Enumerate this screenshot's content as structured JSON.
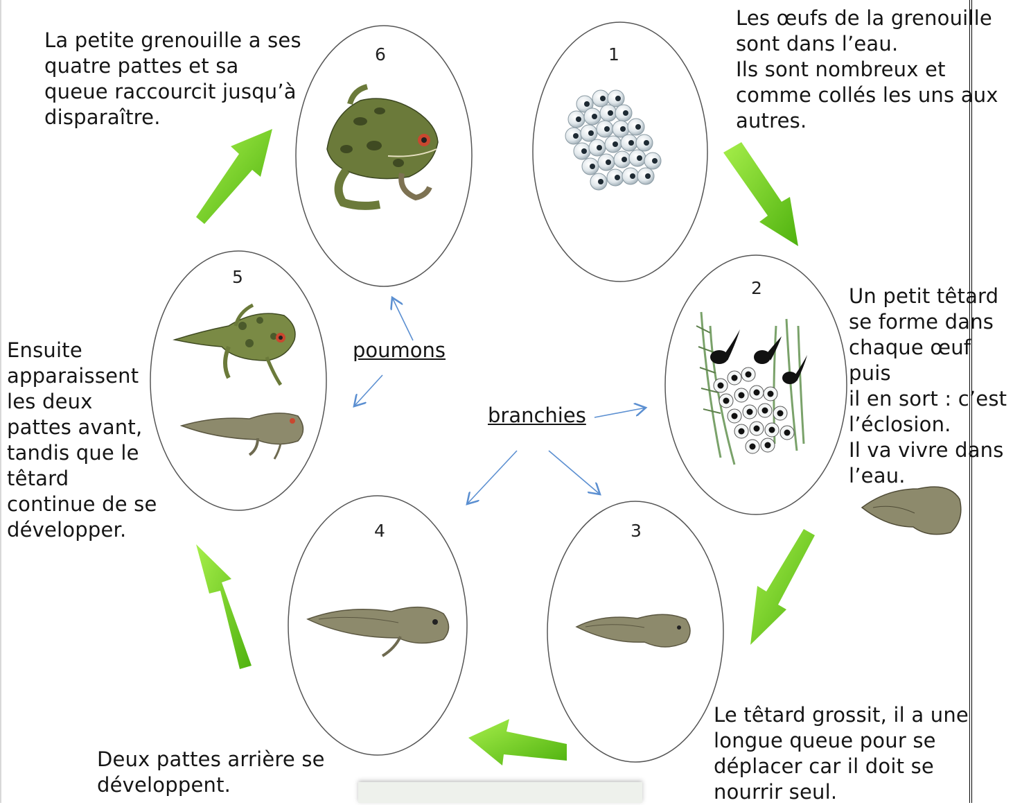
{
  "stages": [
    {
      "number": "1",
      "text": "Les œufs de la grenouille\nsont dans l’eau.\nIls sont nombreux et\ncomme collés les uns aux\nautres."
    },
    {
      "number": "2",
      "text": "Un petit têtard\nse forme dans\nchaque œuf puis\nil en sort : c’est\nl’éclosion.\nIl va vivre dans\nl’eau."
    },
    {
      "number": "3",
      "text": "Le têtard grossit, il a une\nlongue queue pour se\ndéplacer car il doit se\nnourrir seul."
    },
    {
      "number": "4",
      "text": "Deux pattes arrière se\ndéveloppent."
    },
    {
      "number": "5",
      "text": "Ensuite\napparaissent\nles deux\npattes avant,\ntandis que le\ntêtard\ncontinue de se\ndévelopper."
    },
    {
      "number": "6",
      "text": "La petite grenouille a ses\nquatre pattes et sa\nqueue raccourcit jusqu’à\ndisparaître."
    }
  ],
  "labels": {
    "lungs": "poumons",
    "gills": "branchies"
  },
  "colors": {
    "cycle_arrow": "#7ed321",
    "pointer_arrow": "#5b8fd1",
    "frog": "#6b7a3a",
    "tadpole": "#8a8a6a"
  }
}
